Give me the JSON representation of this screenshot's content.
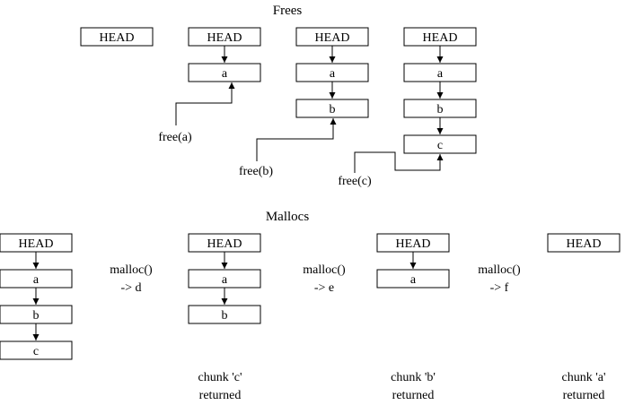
{
  "frees": {
    "title": "Frees",
    "head_label": "HEAD",
    "nodes": [
      "a",
      "b",
      "c"
    ],
    "calls": [
      "free(a)",
      "free(b)",
      "free(c)"
    ]
  },
  "mallocs": {
    "title": "Mallocs",
    "head_label": "HEAD",
    "nodes": [
      "a",
      "b",
      "c"
    ],
    "steps": [
      {
        "call": "malloc()",
        "result": "-> d"
      },
      {
        "call": "malloc()",
        "result": "-> e"
      },
      {
        "call": "malloc()",
        "result": "-> f"
      }
    ],
    "returned": [
      {
        "line1": "chunk 'c'",
        "line2": "returned"
      },
      {
        "line1": "chunk 'b'",
        "line2": "returned"
      },
      {
        "line1": "chunk 'a'",
        "line2": "returned"
      }
    ]
  }
}
